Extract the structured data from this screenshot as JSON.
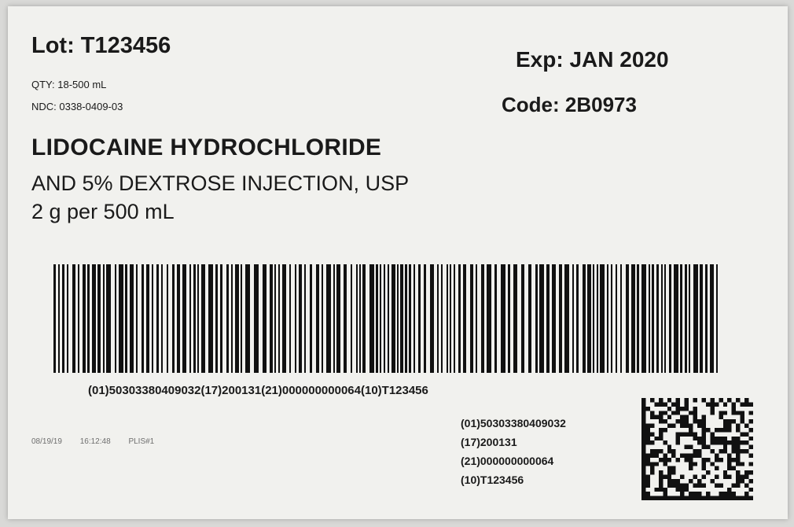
{
  "label": {
    "lot": "Lot: T123456",
    "qty": "QTY: 18-500 mL",
    "ndc": "NDC: 0338-0409-03",
    "expiry": "Exp: JAN 2020",
    "code": "Code: 2B0973",
    "drug_name": "LIDOCAINE HYDROCHLORIDE",
    "drug_detail": "AND 5% DEXTROSE INJECTION, USP",
    "strength": "2 g per 500 mL",
    "barcode_text": "(01)50303380409032(17)200131(21)000000000064(10)T123456",
    "print_date": "08/19/19",
    "print_time": "16:12:48",
    "print_station": "PLIS#1",
    "ai_lines": [
      "(01)50303380409032",
      "(17)200131",
      "(21)000000000064",
      "(10)T123456"
    ]
  },
  "colors": {
    "label_bg": "#f1f1ee",
    "ink": "#1a1a1a",
    "backdrop": "#d9d9d7"
  }
}
